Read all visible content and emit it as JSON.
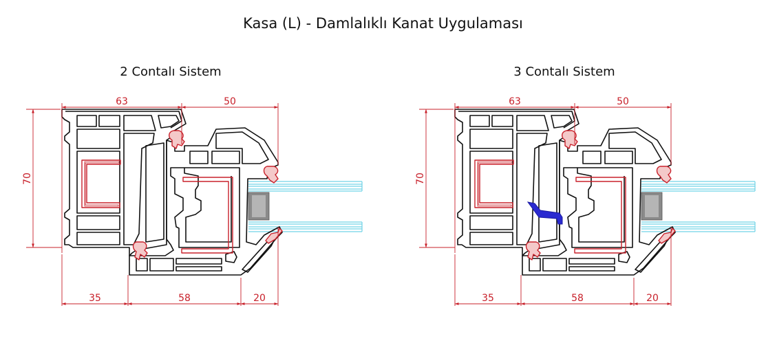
{
  "title": "Kasa (L) - Damlalıklı Kanat Uygulaması",
  "colors": {
    "dimension": "#c8202a",
    "profile": "#111111",
    "gasket": "#c8202a",
    "steel": "#c8202a",
    "glass": "#6fd3e6",
    "spacer": "#808080",
    "middle_gasket": "#2a2ad0"
  },
  "panels": [
    {
      "id": "left",
      "title": "2 Contalı Sistem",
      "dims": {
        "top_a": "63",
        "top_b": "50",
        "height": "70",
        "bottom_a": "35",
        "bottom_b": "58",
        "bottom_c": "20"
      }
    },
    {
      "id": "right",
      "title": "3 Contalı Sistem",
      "dims": {
        "top_a": "63",
        "top_b": "50",
        "height": "70",
        "bottom_a": "35",
        "bottom_b": "58",
        "bottom_c": "20"
      }
    }
  ]
}
